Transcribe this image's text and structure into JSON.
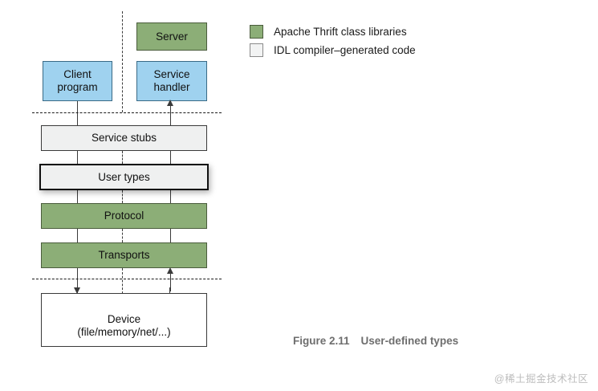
{
  "figure": {
    "caption_number": "Figure 2.11",
    "caption_title": "User-defined types"
  },
  "legend": {
    "items": [
      {
        "swatch": "green-swatch",
        "label": "Apache Thrift class libraries"
      },
      {
        "swatch": "light-swatch",
        "label": "IDL compiler–generated code"
      }
    ]
  },
  "diagram": {
    "boxes": {
      "server": "Server",
      "client_program": "Client\nprogram",
      "service_handler": "Service\nhandler",
      "service_stubs": "Service stubs",
      "user_types": "User types",
      "protocol": "Protocol",
      "transports": "Transports",
      "device": "Device\n(file/memory/net/...)"
    }
  },
  "watermark": {
    "text": "@稀土掘金技术社区"
  },
  "colors": {
    "thrift_green": "#8cae77",
    "client_blue": "#9fd2ef",
    "generated_gray": "#eff0f0",
    "caption_gray": "#6e6e6e",
    "watermark_gray": "#bdbdbd"
  }
}
